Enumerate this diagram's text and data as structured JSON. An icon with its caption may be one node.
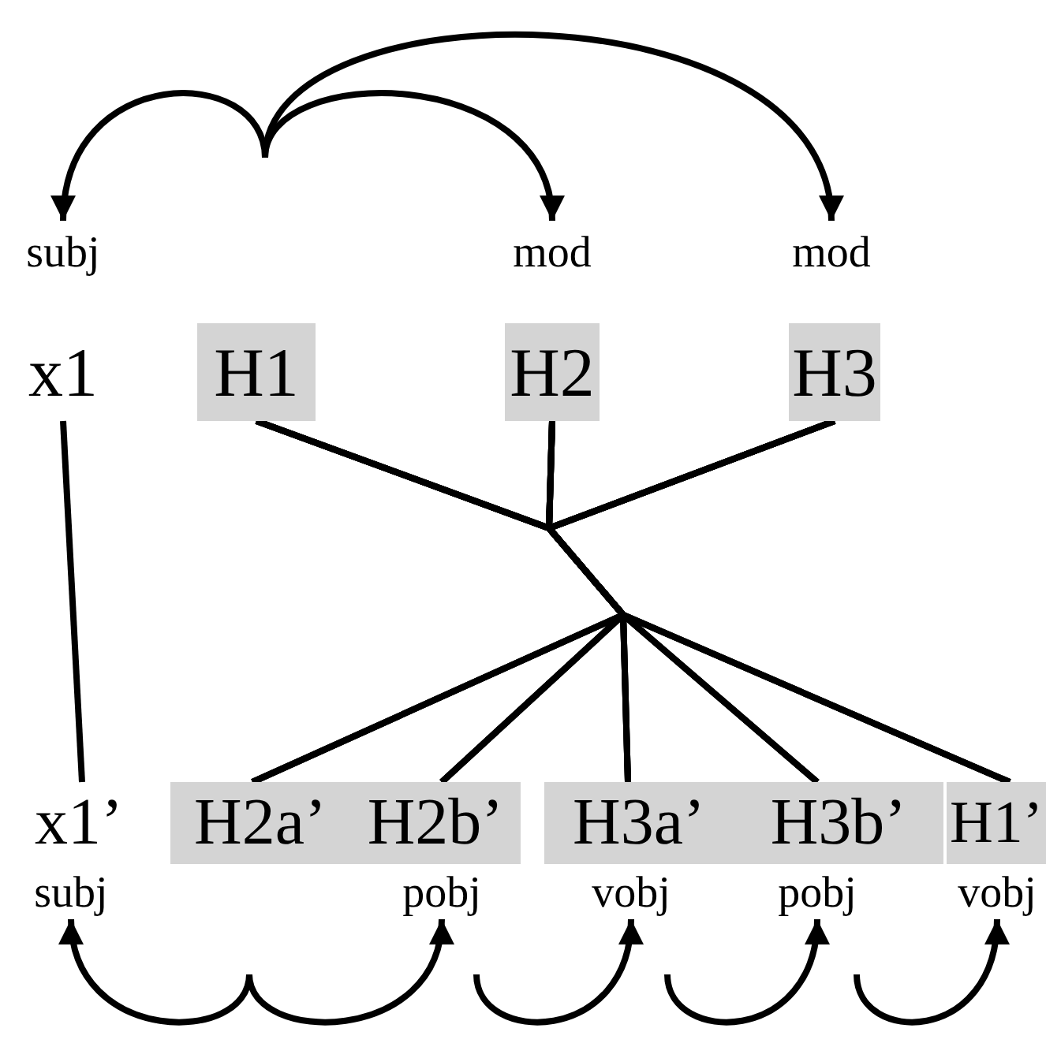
{
  "diagram": {
    "nodes": [
      {
        "text": [
          "x1"
        ]
      },
      {
        "text": [
          "H1"
        ]
      },
      {
        "text": [
          "H2"
        ]
      },
      {
        "text": [
          "H3"
        ]
      },
      {
        "text": [
          "subj"
        ]
      },
      {
        "text": [
          "mod"
        ]
      },
      {
        "text": [
          "mod"
        ]
      },
      {
        "text": [
          "x1’"
        ]
      },
      {
        "text": [
          "H2a’"
        ]
      },
      {
        "text": [
          "H2b’"
        ]
      },
      {
        "text": [
          "H3a’"
        ]
      },
      {
        "text": [
          "H3b’"
        ]
      },
      {
        "text": [
          "H1’"
        ]
      },
      {
        "text": [
          "subj"
        ]
      },
      {
        "text": [
          "pobj"
        ]
      },
      {
        "text": [
          "vobj"
        ]
      },
      {
        "text": [
          "pobj"
        ]
      },
      {
        "text": [
          "vobj"
        ]
      }
    ],
    "edges": [
      {
        "from": null,
        "to": 4,
        "arrow": "to"
      },
      {
        "from": null,
        "to": 5,
        "arrow": "to"
      },
      {
        "from": null,
        "to": 6,
        "arrow": "to"
      },
      {
        "from": 0,
        "to": 7,
        "arrow": "none"
      },
      {
        "from": 1,
        "to": 8,
        "arrow": "none"
      },
      {
        "from": 1,
        "to": 9,
        "arrow": "none"
      },
      {
        "from": 1,
        "to": 10,
        "arrow": "none"
      },
      {
        "from": 1,
        "to": 11,
        "arrow": "none"
      },
      {
        "from": 1,
        "to": 12,
        "arrow": "none"
      },
      {
        "from": 2,
        "to": 8,
        "arrow": "none"
      },
      {
        "from": 2,
        "to": 9,
        "arrow": "none"
      },
      {
        "from": 2,
        "to": 10,
        "arrow": "none"
      },
      {
        "from": 2,
        "to": 11,
        "arrow": "none"
      },
      {
        "from": 2,
        "to": 12,
        "arrow": "none"
      },
      {
        "from": 3,
        "to": 8,
        "arrow": "none"
      },
      {
        "from": 3,
        "to": 9,
        "arrow": "none"
      },
      {
        "from": 3,
        "to": 10,
        "arrow": "none"
      },
      {
        "from": 3,
        "to": 11,
        "arrow": "none"
      },
      {
        "from": 3,
        "to": 12,
        "arrow": "none"
      },
      {
        "from": null,
        "to": 13,
        "arrow": "to"
      },
      {
        "from": null,
        "to": 14,
        "arrow": "to"
      },
      {
        "from": null,
        "to": 15,
        "arrow": "to"
      },
      {
        "from": null,
        "to": 16,
        "arrow": "to"
      },
      {
        "from": null,
        "to": 17,
        "arrow": "to"
      }
    ]
  }
}
